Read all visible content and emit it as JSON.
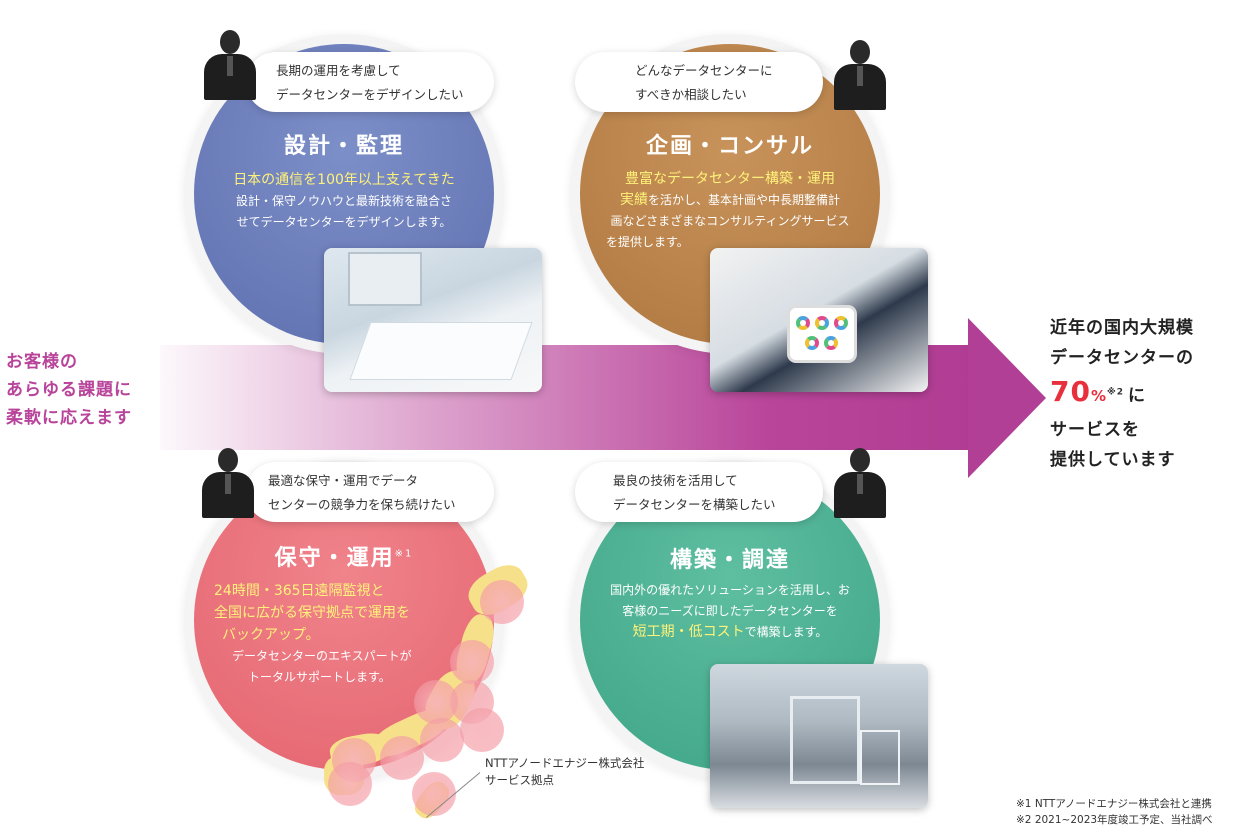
{
  "left_message": "お客様の\nあらゆる課題に\n柔軟に応えます",
  "right_message": {
    "line1": "近年の国内大規模",
    "line2": "データセンターの",
    "figure": "70",
    "percent": "%",
    "note_mark": "※2",
    "suffix": "に",
    "line4": "サービスを",
    "line5": "提供しています"
  },
  "design": {
    "bubble_line1": "長期の運用を考慮して",
    "bubble_line2": "データセンターをデザインしたい",
    "title": "設計・監理",
    "highlight": "日本の通信を100年以上支えてきた",
    "body_line1": "設計・保守ノウハウと最新技術を融合さ",
    "body_line2": "せてデータセンターをデザインします。"
  },
  "consult": {
    "bubble_line1": "どんなデータセンターに",
    "bubble_line2": "すべきか相談したい",
    "title": "企画・コンサル",
    "highlight_line1": "豊富なデータセンター構築・運用",
    "highlight_line2": "実績",
    "body_line1": "を活かし、基本計画や中長期整備計",
    "body_line2": "画などさまざまなコンサルティングサービス",
    "body_line3": "を提供します。"
  },
  "maintenance": {
    "bubble_line1": "最適な保守・運用でデータ",
    "bubble_line2": "センターの競争力を保ち続けたい",
    "title": "保守・運用",
    "title_note": "※1",
    "highlight_line1": "24時間・365日遠隔監視と",
    "highlight_line2": "全国に広がる保守拠点で運用を",
    "highlight_line3": "バックアップ。",
    "body_line1": "データセンターのエキスパートが",
    "body_line2": "トータルサポートします。"
  },
  "build": {
    "bubble_line1": "最良の技術を活用して",
    "bubble_line2": "データセンターを構築したい",
    "title": "構築・調達",
    "body_line1": "国内外の優れたソリューションを活用し、お",
    "body_line2": "客様のニーズに即したデータセンターを",
    "highlight": "短工期・低コスト",
    "body_line3": "で構築します。"
  },
  "map_label": {
    "line1": "NTTアノードエナジー株式会社",
    "line2": "サービス拠点"
  },
  "footnotes": {
    "note1": "※1 NTTアノードエナジー株式会社と連携",
    "note2": "※2 2021~2023年度竣工予定、当社調べ"
  },
  "colors": {
    "arrow": "#b13f95",
    "design": "#6a7bbd",
    "consult": "#b8814a",
    "maintenance": "#ea6f79",
    "build": "#4fb293",
    "highlight": "#fff27a",
    "accent_red": "#e8303c"
  }
}
